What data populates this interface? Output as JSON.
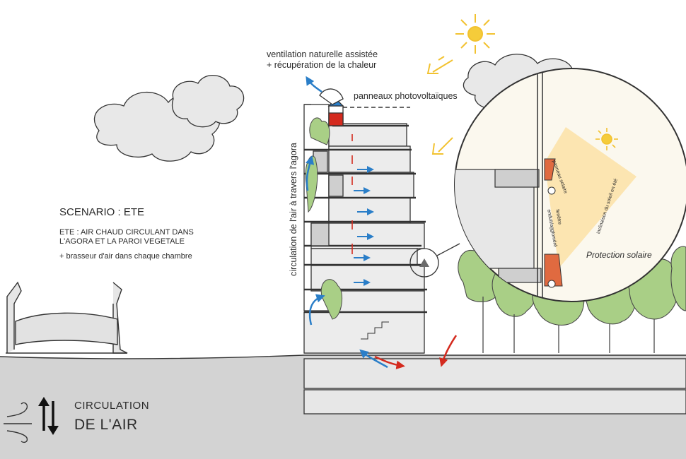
{
  "scenario": {
    "title": "SCENARIO : ETE",
    "desc_line1": "ETE : AIR CHAUD CIRCULANT DANS",
    "desc_line2": "L'AGORA ET LA PAROI VEGETALE",
    "note": "+ brasseur d'air dans chaque chambre"
  },
  "labels": {
    "ventilation_line1": "ventilation naturelle assistée",
    "ventilation_line2": "+ récupération de la chaleur",
    "panels": "panneaux photovoltaïques",
    "agora_vertical": "circulation de l'air à travers l'agora",
    "protection": "Protection solaire",
    "detail_panel": "panneau solaire",
    "detail_window": "fenêtre",
    "detail_tilt": "inclinaison du soleil en été",
    "detail_gap": "enduit/aggloméré"
  },
  "legend": {
    "line1": "CIRCULATION",
    "line2": "DE L'AIR"
  },
  "colors": {
    "hot_air": "#d42a1e",
    "cool_air": "#2a7ec8",
    "sun": "#f2c230",
    "vegetation": "#a9cf86",
    "ground": "#d2d2d2"
  }
}
